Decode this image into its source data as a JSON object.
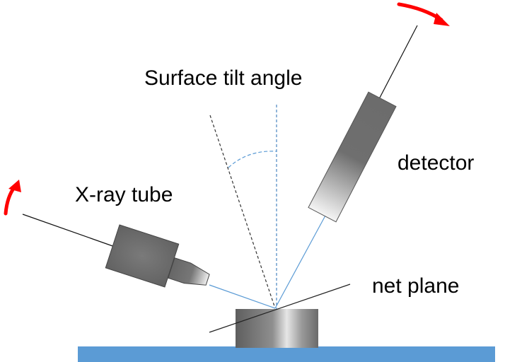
{
  "labels": {
    "surface_tilt_angle": "Surface tilt angle",
    "detector": "detector",
    "xray_tube": "X-ray tube",
    "net_plane": "net plane"
  },
  "colors": {
    "stage": "#5b9bd5",
    "beam": "#5b9bd5",
    "arrows": "#ff0000",
    "tube_body": "#6e6e6e",
    "detector_body": "#7a7a7a",
    "guides": "#333333",
    "tilt_arc": "#5b9bd5"
  },
  "icons": {
    "rotation_arrows": "curved-arrow-icon"
  }
}
